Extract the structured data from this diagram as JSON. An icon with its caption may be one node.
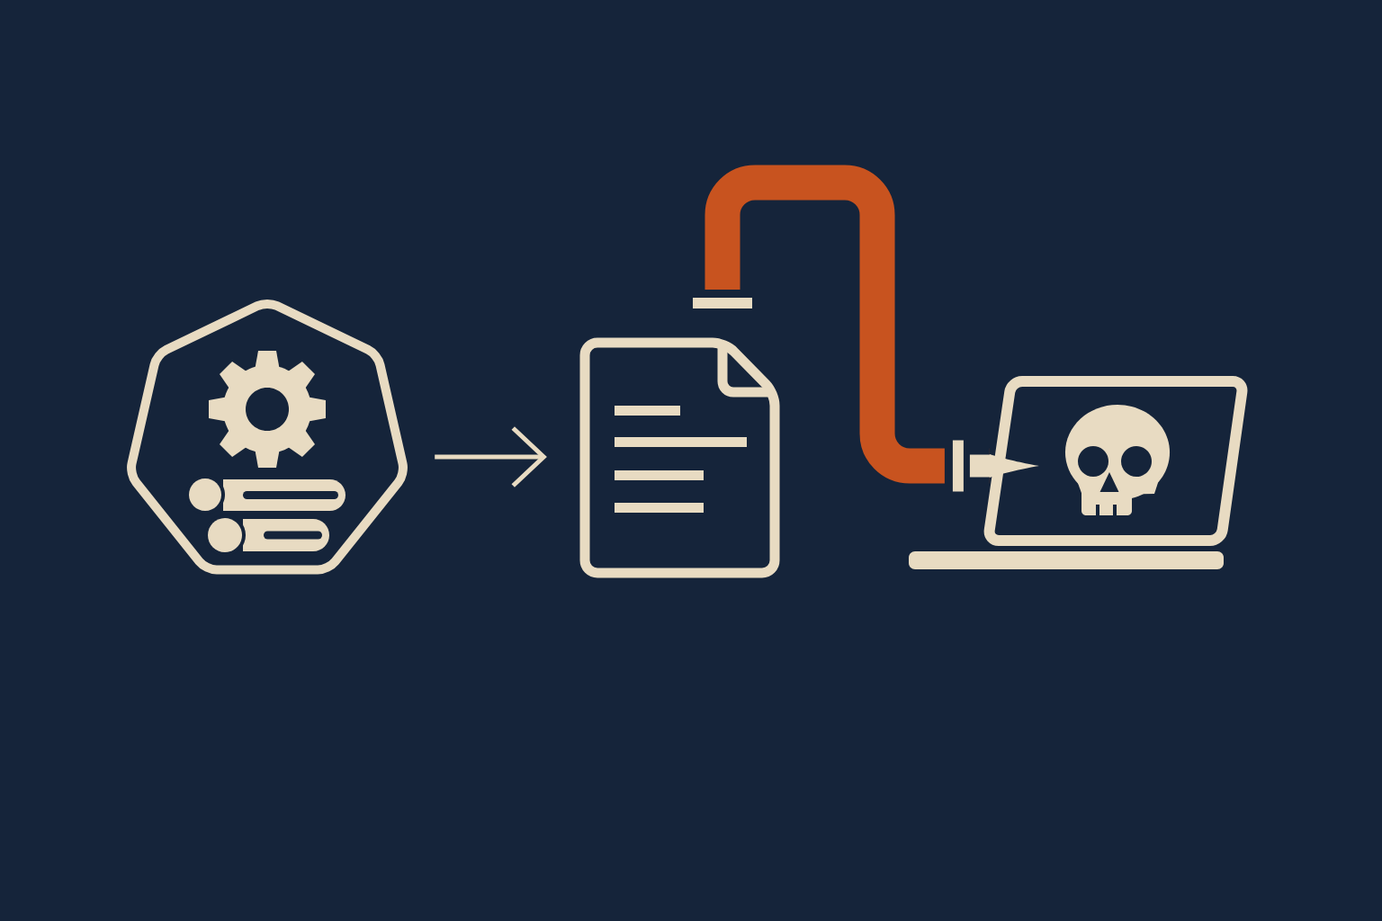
{
  "diagram": {
    "nodes": [
      {
        "text": [],
        "shape": "picture"
      },
      {
        "text": [],
        "shape": "picture"
      },
      {
        "text": [],
        "shape": "picture"
      }
    ],
    "edges": [
      {
        "from": 0,
        "to": 1,
        "arrow": "to"
      },
      {
        "from": 1,
        "to": 2,
        "arrow": "to",
        "style": "thick",
        "color": "#c8531f"
      }
    ]
  }
}
